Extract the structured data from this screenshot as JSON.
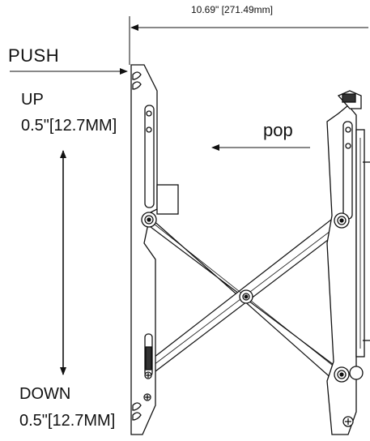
{
  "dimension": {
    "width_label": "10.69\" [271.49mm]"
  },
  "labels": {
    "push": "PUSH",
    "up_word": "UP",
    "up_value": "0.5\"[12.7MM]",
    "pop": "pop",
    "down_word": "DOWN",
    "down_value": "0.5\"[12.7MM]"
  },
  "colors": {
    "line": "#111111",
    "fill": "#ffffff",
    "hatch": "#333333"
  }
}
